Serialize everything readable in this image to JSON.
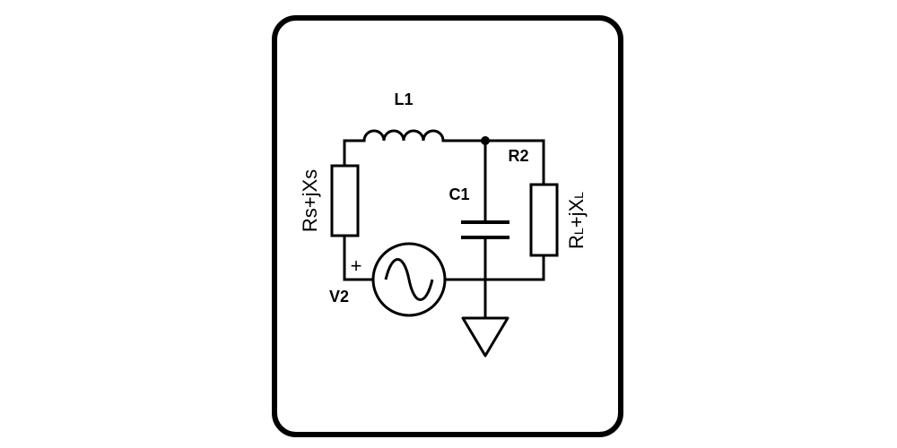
{
  "diagram": {
    "type": "circuit-schematic",
    "colors": {
      "line": "#000000",
      "background": "#ffffff",
      "frame": "#000000"
    },
    "labels": {
      "inductor": "L1",
      "capacitor": "C1",
      "load_resistor_name": "R2",
      "source_name": "V2",
      "source_polarity": "+",
      "source_impedance": "Rs+jXs",
      "load_impedance_main": "R",
      "load_impedance_sub1": "L",
      "load_impedance_mid": "+jX",
      "load_impedance_sub2": "L"
    }
  }
}
